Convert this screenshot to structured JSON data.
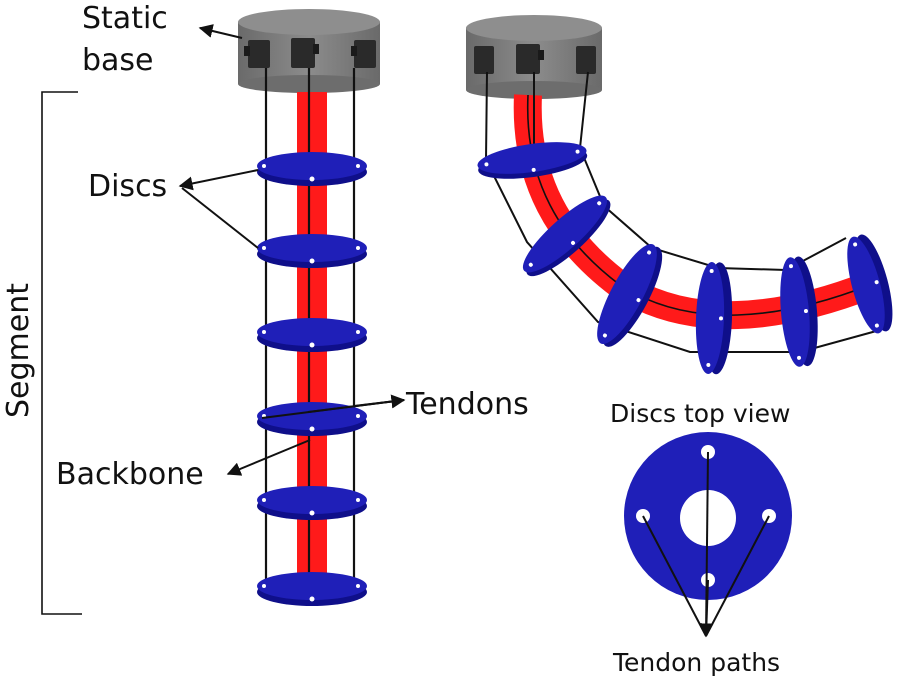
{
  "labels": {
    "static_base_line1": "Static",
    "static_base_line2": "base",
    "discs": "Discs",
    "segment": "Segment",
    "tendons": "Tendons",
    "backbone": "Backbone",
    "discs_top_view": "Discs top view",
    "tendon_paths": "Tendon paths"
  },
  "colors": {
    "disc_blue": "#1f1fb8",
    "backbone_red": "#ff1a1a",
    "base_gray": "#7a7a7a",
    "actuator": "#2a2a2a",
    "tendon": "#111111"
  }
}
